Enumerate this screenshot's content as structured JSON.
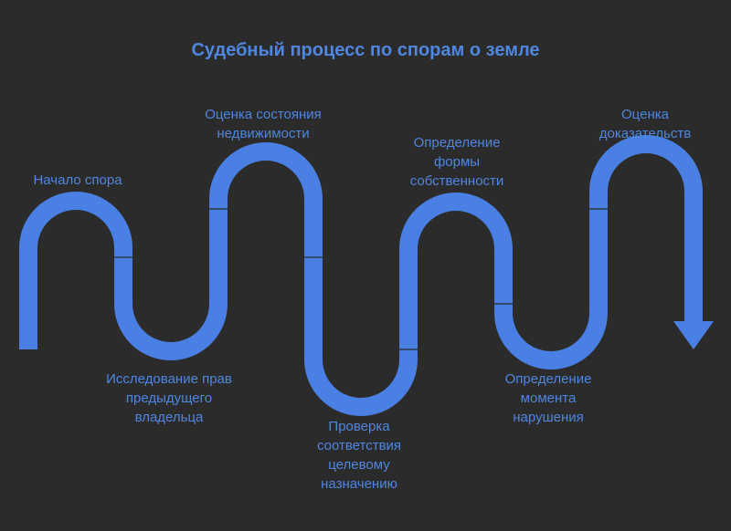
{
  "title": "Судебный процесс по спорам о земле",
  "colors": {
    "background": "#2b2b2b",
    "accent": "#4a80e4",
    "text": "#4f86e0"
  },
  "steps": [
    {
      "lines": [
        "Начало спора"
      ]
    },
    {
      "lines": [
        "Исследование прав",
        "предыдущего",
        "владельца"
      ]
    },
    {
      "lines": [
        "Оценка состояния",
        "недвижимости"
      ]
    },
    {
      "lines": [
        "Проверка",
        "соответствия",
        "целевому",
        "назначению"
      ]
    },
    {
      "lines": [
        "Определение",
        "формы",
        "собственности"
      ]
    },
    {
      "lines": [
        "Определение",
        "момента",
        "нарушения"
      ]
    },
    {
      "lines": [
        "Оценка",
        "доказательств"
      ]
    }
  ]
}
